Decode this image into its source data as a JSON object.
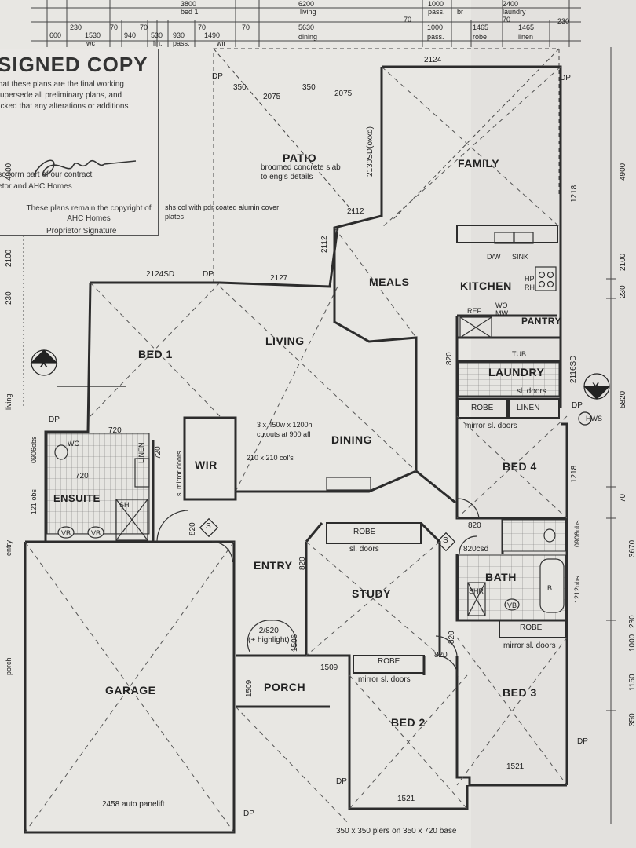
{
  "stamp": {
    "title": "SIGNED COPY",
    "text": "that these plans are the final working\nsupersede all preliminary plans, and\nacked that any alterations or additions",
    "text2": "lso form part of our contract\nletor and AHC Homes",
    "sig_label": "Proprietor Signature",
    "copyright": "These plans remain the\ncopyright of AHC Homes"
  },
  "top_dims": {
    "row1": [
      "3800",
      "bed 1",
      "6200",
      "living",
      "1000",
      "pass.",
      "br",
      "2400",
      "laundry"
    ],
    "row2": [
      "600",
      "230",
      "1530",
      "wc",
      "70",
      "940",
      "70",
      "530",
      "lin.",
      "930",
      "pass.",
      "70",
      "1490",
      "wir",
      "70",
      "5630",
      "dining",
      "70",
      "1000",
      "pass.",
      "1465",
      "robe",
      "70",
      "1465",
      "linen",
      "230"
    ]
  },
  "rooms": {
    "patio": "PATIO",
    "patio_note": "broomed concrete slab\nto eng's details",
    "family": "FAMILY",
    "meals": "MEALS",
    "kitchen": "KITCHEN",
    "pantry": "PANTRY",
    "laundry": "LAUNDRY",
    "bed1": "BED 1",
    "living": "LIVING",
    "dining": "DINING",
    "wir": "WIR",
    "ensuite": "ENSUITE",
    "bed4": "BED 4",
    "bath": "BATH",
    "study": "STUDY",
    "entry": "ENTRY",
    "garage": "GARAGE",
    "porch": "PORCH",
    "bed2": "BED 2",
    "bed3": "BED 3"
  },
  "labels": {
    "dp": "DP",
    "d2124": "2124",
    "d350": "350",
    "d2075a": "2075",
    "d2075b": "2075",
    "d2130": "2130SD(oxxo)",
    "d1218a": "1218",
    "d1218b": "1218",
    "shs_note": "shs col with pdr coated alumin cover\nplates",
    "d2112a": "2112",
    "d2112b": "2112",
    "d2124sd": "2124SD",
    "d2127": "2127",
    "dw": "D/W",
    "sink": "SINK",
    "hp": "HP",
    "rh": "RH",
    "ref": "REF.",
    "womw": "WO\nMW",
    "tub": "TUB",
    "d2116sd": "2116SD",
    "sl_doors": "sl. doors",
    "robe": "ROBE",
    "linen": "LINEN",
    "mirror": "mirror sl. doors",
    "hws": "HWS",
    "d820": "820",
    "d720": "720",
    "wc": "WC",
    "linen_v": "LINEN",
    "sl_mirror": "sl mirror doors",
    "sh": "SH",
    "vb": "VB",
    "cutouts": "3 x 450w x 1200h\ncutouts at 900 afl",
    "cols": "210 x 210 col's",
    "d0906": "0906obs",
    "d121": "121 obs",
    "d820csd": "820csd",
    "shr": "SHR",
    "b": "B",
    "d1212": "1212obs",
    "d2820": "2/820\n(+ highlight)",
    "d1506": "1506",
    "d1509a": "1509",
    "d1509b": "1509",
    "d1521a": "1521",
    "d1521b": "1521",
    "panelift": "2458 auto panelift",
    "piers": "350 x 350 piers on 350 x 720 base",
    "x": "X",
    "s": "S",
    "entry_side": "entry",
    "porch_side": "porch"
  },
  "side_dims": {
    "right": [
      "4900",
      "2100",
      "230",
      "5820",
      "70",
      "3670",
      "230",
      "1000",
      "1150",
      "350"
    ],
    "left": [
      "4900",
      "2100",
      "230",
      "living"
    ]
  }
}
